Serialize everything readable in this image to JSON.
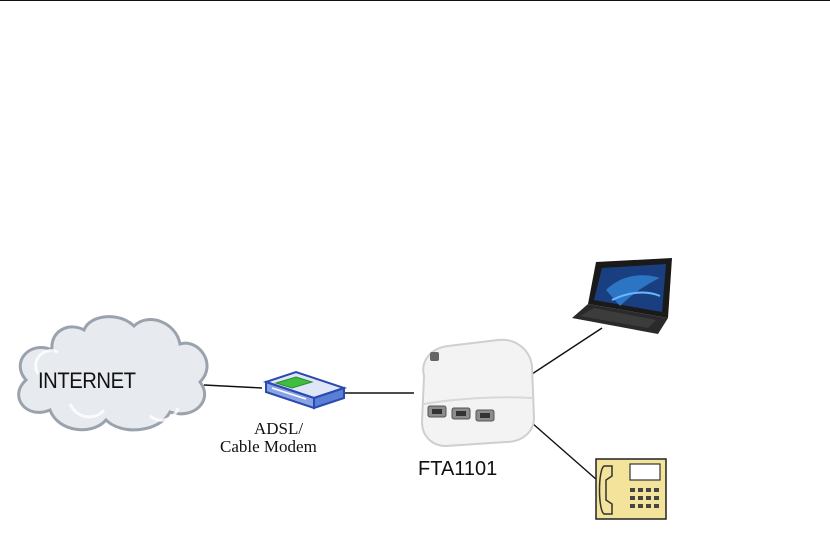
{
  "nodes": {
    "cloud": {
      "label": "INTERNET"
    },
    "modem": {
      "label_line1": "ADSL/",
      "label_line2": "Cable Modem"
    },
    "fta": {
      "label": "FTA1101"
    },
    "laptop": {
      "label": ""
    },
    "phone": {
      "label": ""
    }
  },
  "colors": {
    "cloud_outline": "#9aa3ad",
    "cloud_fill": "#e7eaee",
    "modem_body": "#5a7fd6",
    "modem_led": "#3fbf3f",
    "fta_body": "#f3f3f3",
    "phone_fill": "#f3e39b",
    "laptop_screen": "#1a3f80"
  },
  "icons": [
    "cloud-icon",
    "modem-icon",
    "fta-device-icon",
    "laptop-icon",
    "phone-icon"
  ]
}
